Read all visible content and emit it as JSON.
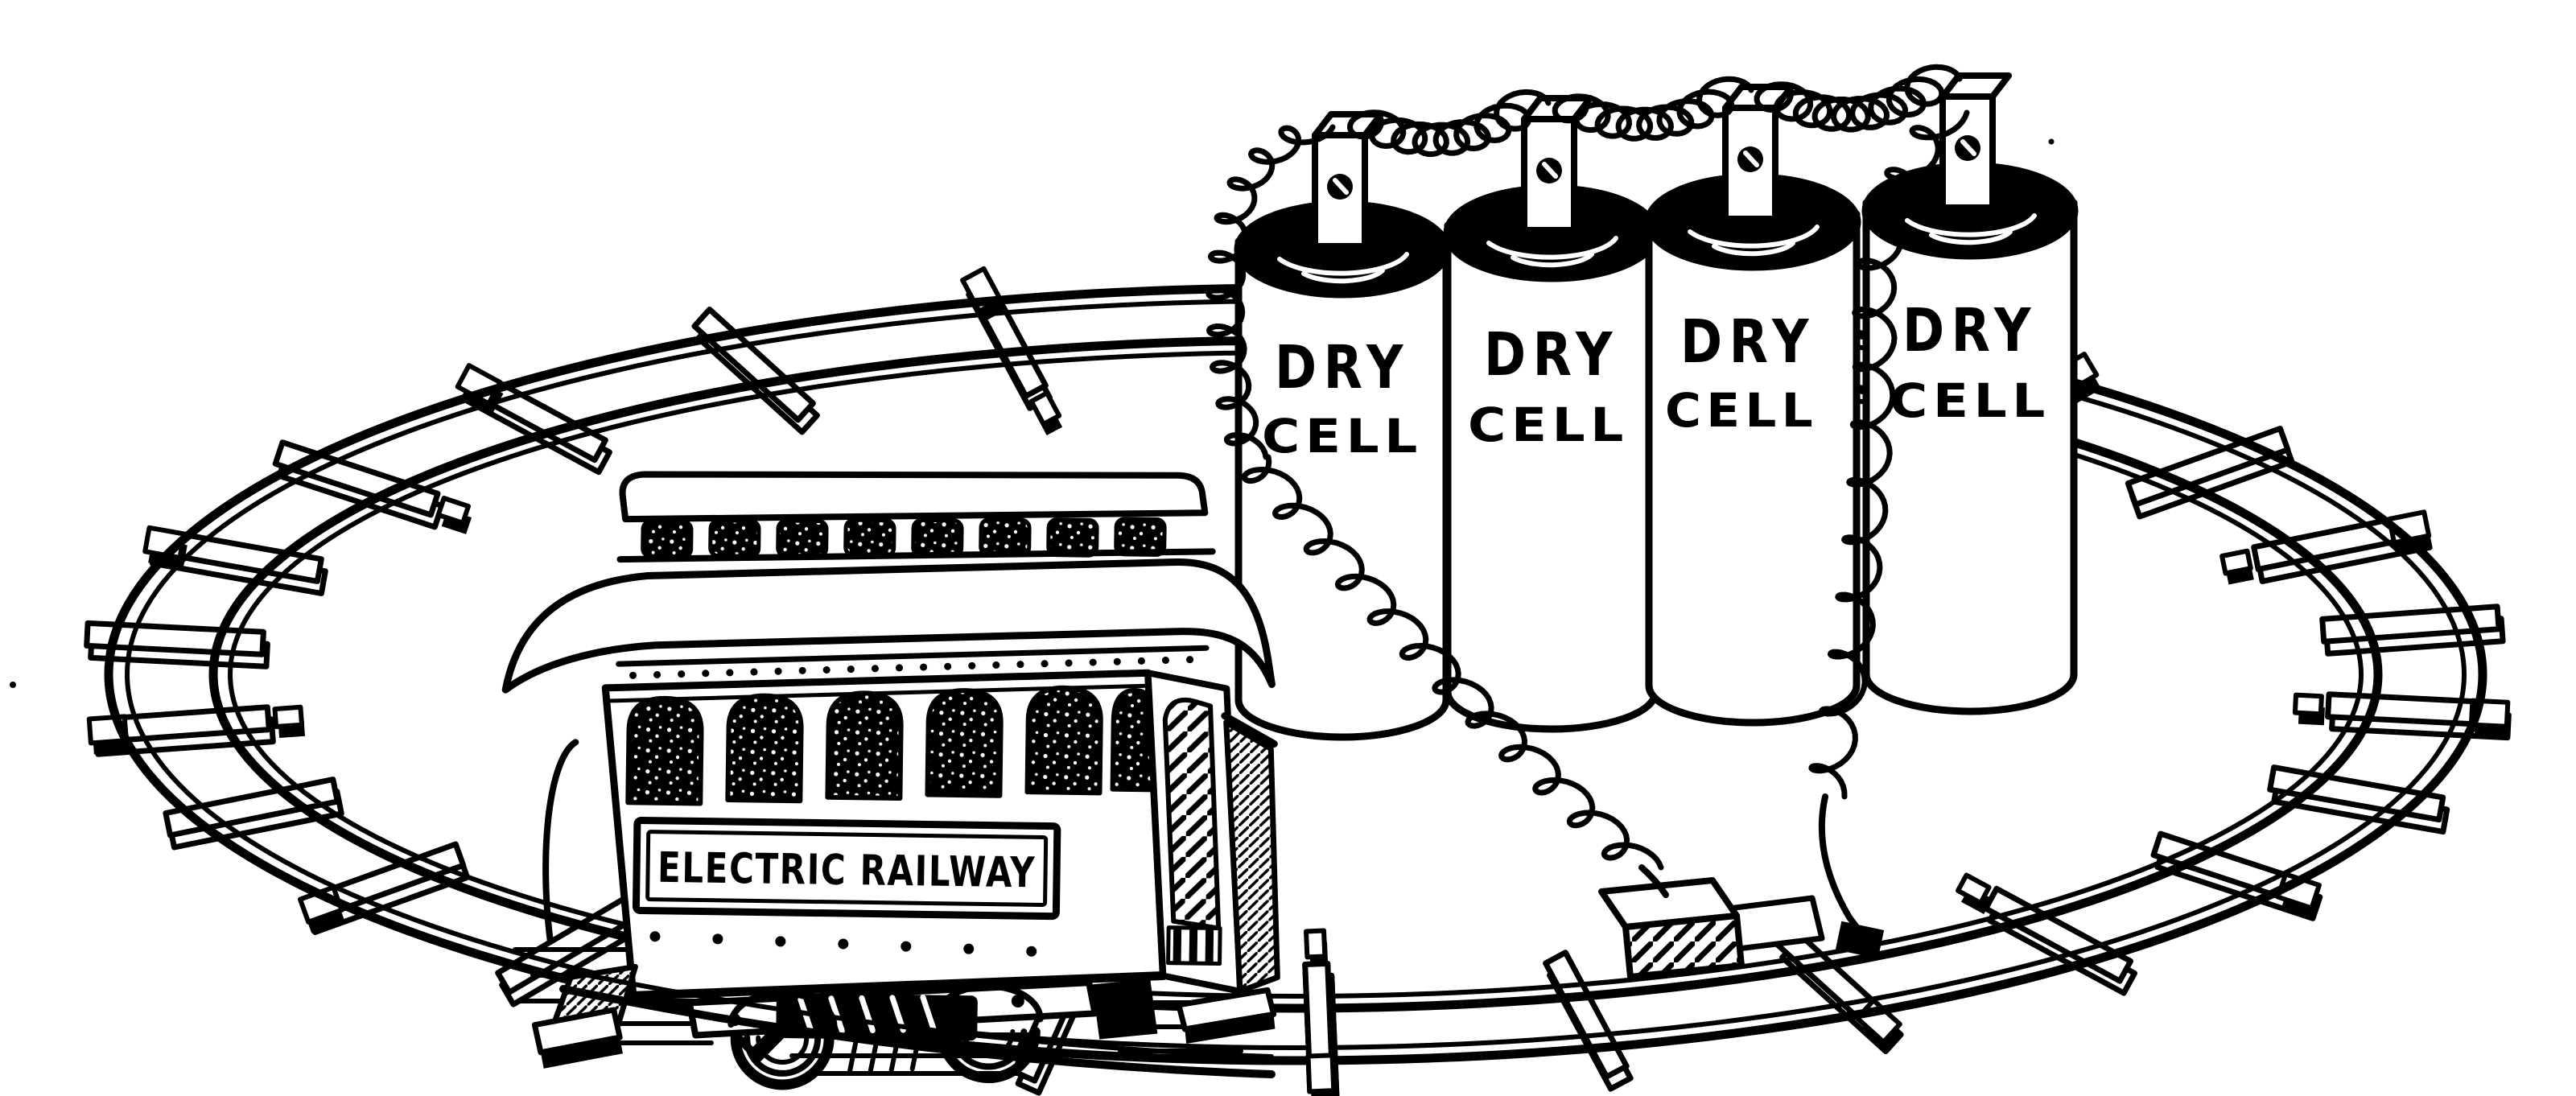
{
  "colors": {
    "ink": "#000000",
    "paper": "#ffffff"
  },
  "trolley": {
    "sign_label": "ELECTRIC RAILWAY"
  },
  "dry_cells": {
    "items": [
      {
        "line1": "DRY",
        "line2": "CELL"
      },
      {
        "line1": "DRY",
        "line2": "CELL"
      },
      {
        "line1": "DRY",
        "line2": "CELL"
      },
      {
        "line1": "DRY",
        "line2": "CELL"
      }
    ]
  }
}
